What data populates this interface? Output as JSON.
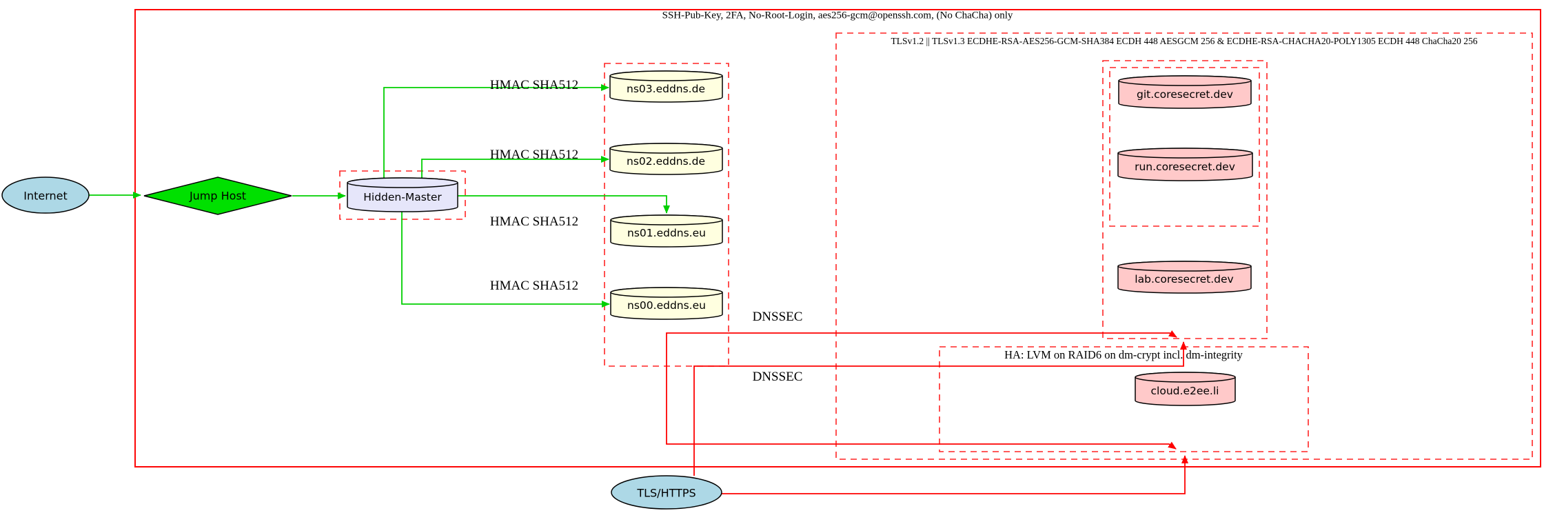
{
  "diagram_type": "network-security-architecture",
  "clusters": {
    "ssh": {
      "label": "SSH-Pub-Key, 2FA, No-Root-Login, aes256-gcm@openssh.com, (No ChaCha) only",
      "border": "solid"
    },
    "tls": {
      "label": "TLSv1.2 || TLSv1.3 ECDHE-RSA-AES256-GCM-SHA384 ECDH 448 AESGCM 256 & ECDHE-RSA-CHACHA20-POLY1305 ECDH 448 ChaCha20 256",
      "border": "dashed"
    },
    "web": {
      "label": "",
      "border": "dashed"
    },
    "web_inner": {
      "label": "",
      "border": "dashed"
    },
    "ha": {
      "label": "HA: LVM on RAID6 on dm-crypt incl. dm-integrity",
      "border": "dashed"
    },
    "dns": {
      "label": "",
      "border": "dashed"
    },
    "hidden_master_box": {
      "label": "",
      "border": "dashed"
    }
  },
  "nodes": {
    "internet": {
      "label": "Internet",
      "shape": "ellipse",
      "fill": "#add8e6"
    },
    "jump_host": {
      "label": "Jump Host",
      "shape": "diamond",
      "fill": "#00e000"
    },
    "hidden_master": {
      "label": "Hidden-Master",
      "shape": "cylinder",
      "fill": "#e6e6fa"
    },
    "ns03": {
      "label": "ns03.eddns.de",
      "shape": "cylinder",
      "fill": "#ffffe0"
    },
    "ns02": {
      "label": "ns02.eddns.de",
      "shape": "cylinder",
      "fill": "#ffffe0"
    },
    "ns01": {
      "label": "ns01.eddns.eu",
      "shape": "cylinder",
      "fill": "#ffffe0"
    },
    "ns00": {
      "label": "ns00.eddns.eu",
      "shape": "cylinder",
      "fill": "#ffffe0"
    },
    "git": {
      "label": "git.coresecret.dev",
      "shape": "cylinder",
      "fill": "#ffc9c9"
    },
    "run": {
      "label": "run.coresecret.dev",
      "shape": "cylinder",
      "fill": "#ffc9c9"
    },
    "lab": {
      "label": "lab.coresecret.dev",
      "shape": "cylinder",
      "fill": "#ffc9c9"
    },
    "cloud": {
      "label": "cloud.e2ee.li",
      "shape": "cylinder",
      "fill": "#ffc9c9"
    },
    "tls_https": {
      "label": "TLS/HTTPS",
      "shape": "ellipse",
      "fill": "#add8e6"
    }
  },
  "edge_labels": {
    "hmac_sha512": "HMAC SHA512",
    "dnssec": "DNSSEC"
  },
  "edges": [
    {
      "from": "Internet",
      "to": "Jump Host",
      "label": "",
      "color": "green"
    },
    {
      "from": "Jump Host",
      "to": "Hidden-Master",
      "label": "",
      "color": "green"
    },
    {
      "from": "Hidden-Master",
      "to": "ns03.eddns.de",
      "label": "HMAC SHA512",
      "color": "green"
    },
    {
      "from": "Hidden-Master",
      "to": "ns02.eddns.de",
      "label": "HMAC SHA512",
      "color": "green"
    },
    {
      "from": "Hidden-Master",
      "to": "ns01.eddns.eu",
      "label": "HMAC SHA512",
      "color": "green"
    },
    {
      "from": "Hidden-Master",
      "to": "ns00.eddns.eu",
      "label": "HMAC SHA512",
      "color": "green"
    },
    {
      "from": "dns-cluster",
      "to": "web-cluster",
      "label": "DNSSEC",
      "color": "red"
    },
    {
      "from": "dns-cluster",
      "to": "ha-cluster",
      "label": "DNSSEC",
      "color": "red"
    },
    {
      "from": "TLS/HTTPS",
      "to": "web-cluster",
      "label": "",
      "color": "red"
    },
    {
      "from": "TLS/HTTPS",
      "to": "ha-cluster",
      "label": "",
      "color": "red"
    }
  ],
  "colors": {
    "cluster_red": "#fd0505",
    "dashed_red": "#ff2424",
    "edge_green": "#00cf00",
    "edge_red": "#fe0000",
    "node_blue": "#add8e6",
    "node_green": "#00e000",
    "node_lavender": "#e6e6fa",
    "node_yellow": "#ffffe0",
    "node_pink": "#ffc9c9"
  }
}
